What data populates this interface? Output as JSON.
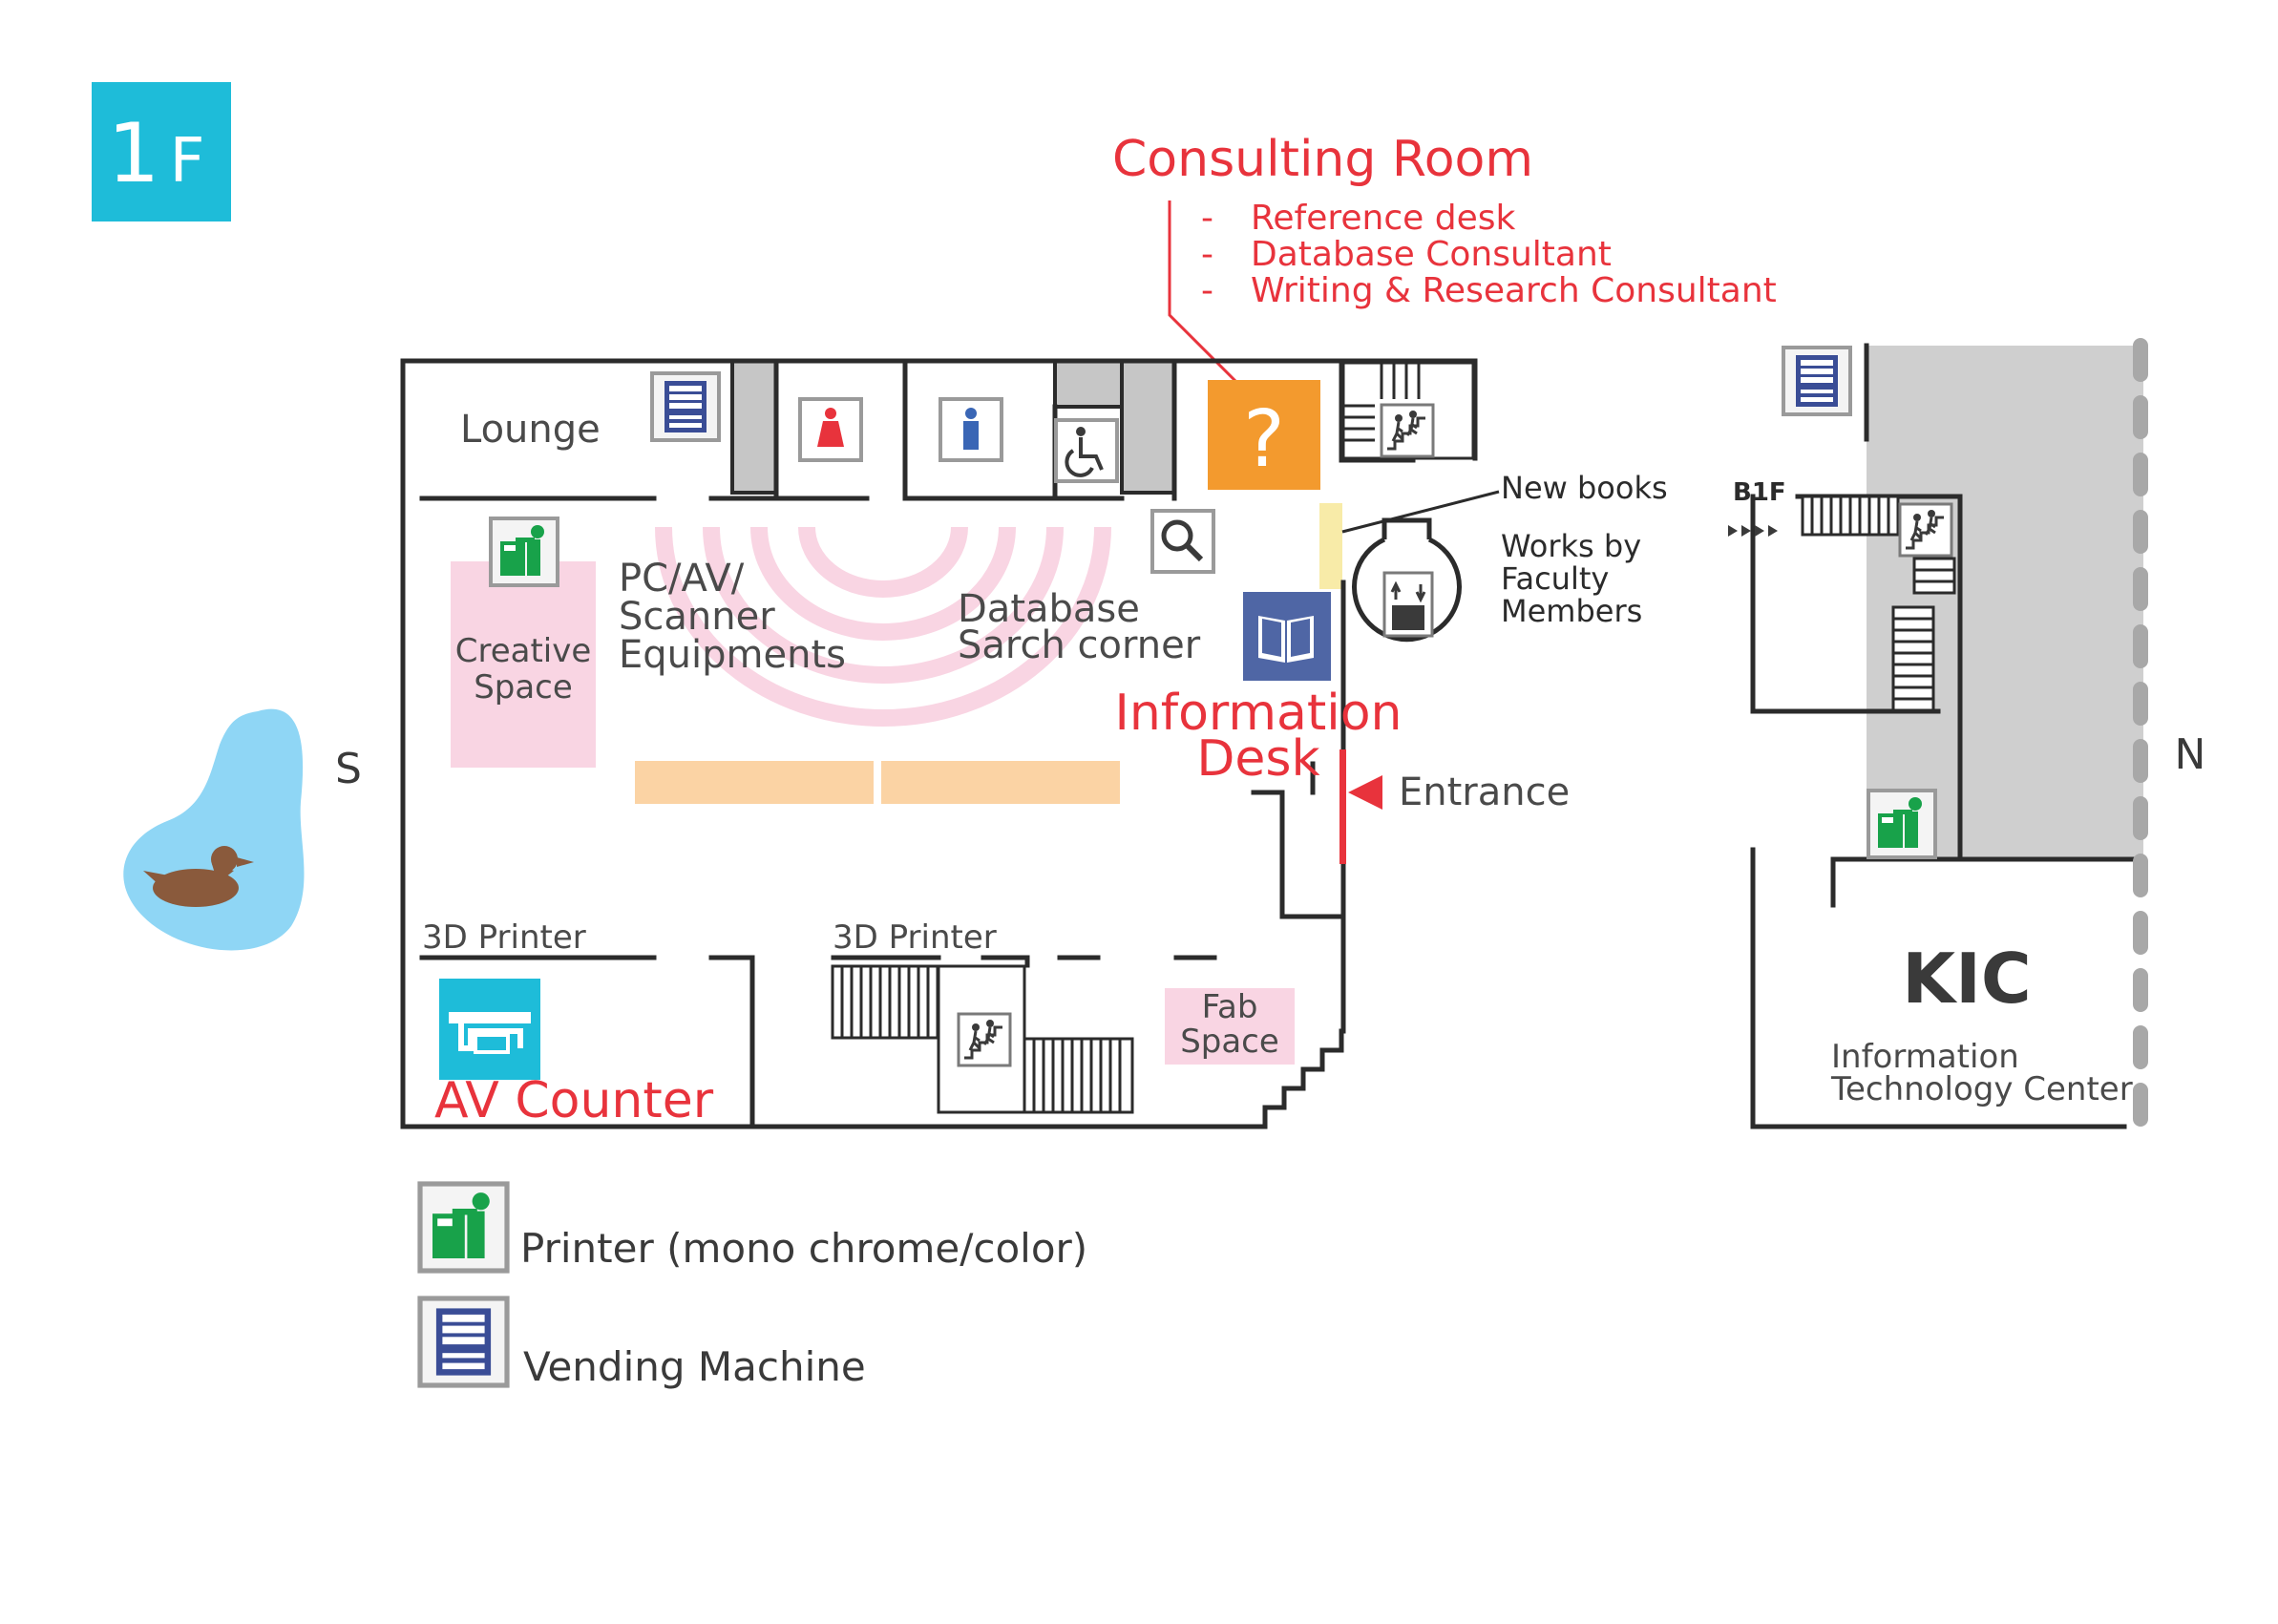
{
  "floor_badge": {
    "number": "1",
    "letter": "F",
    "color": "#1ebcd9"
  },
  "consulting": {
    "title": "Consulting Room",
    "items": [
      {
        "dash": "-",
        "text": "Reference desk"
      },
      {
        "dash": "-",
        "text": "Database Consultant"
      },
      {
        "dash": "-",
        "text": "Writing & Research Consultant"
      }
    ],
    "icon_glyph": "?",
    "color": "#e8333c"
  },
  "rooms": {
    "lounge": "Lounge",
    "creative": [
      "Creative",
      "Space"
    ],
    "pc": [
      "PC/AV/",
      "Scanner",
      "Equipments"
    ],
    "database": [
      "Database",
      "Sarch corner"
    ],
    "info_desk": [
      "Information",
      "Desk"
    ],
    "entrance": "Entrance",
    "new_books": "New books",
    "works": [
      "Works by",
      "Faculty",
      "Members"
    ],
    "printer3d_left": "3D Printer",
    "printer3d_mid": "3D Printer",
    "fab": [
      "Fab",
      "Space"
    ],
    "av_counter": "AV Counter",
    "b1f": "B1F",
    "kic": "KIC",
    "itc": [
      "Information",
      "Technology Center"
    ]
  },
  "compass": {
    "south": "S",
    "north": "N"
  },
  "legend": [
    {
      "icon": "printer-icon",
      "label": "Printer (mono chrome/color)"
    },
    {
      "icon": "vending-machine-icon",
      "label": "Vending Machine"
    }
  ],
  "colors": {
    "orange": "#f39a2e",
    "pink": "#f9d5e3",
    "peach": "#fbd3a4",
    "blue_icon": "#4f66a5",
    "cyan": "#1ebcd9",
    "green": "#18a24a",
    "grey_area": "#cfcfcf",
    "pond": "#8fd6f5",
    "duck": "#8a5a3c"
  }
}
